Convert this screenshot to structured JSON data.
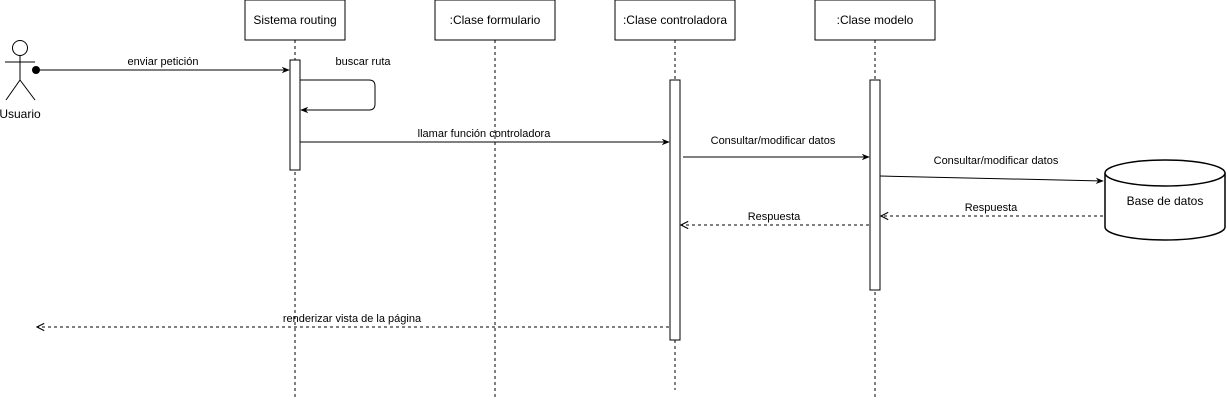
{
  "diagram": {
    "type": "sequence",
    "actor": {
      "label": "Usuario"
    },
    "participants": [
      {
        "id": "routing",
        "label": "Sistema routing"
      },
      {
        "id": "formulario",
        "label": ":Clase formulario"
      },
      {
        "id": "controladora",
        "label": ":Clase controladora"
      },
      {
        "id": "modelo",
        "label": ":Clase modelo"
      }
    ],
    "database": {
      "label": "Base de datos"
    },
    "messages": [
      {
        "id": "m1",
        "from": "Usuario",
        "to": "Sistema routing",
        "label": "enviar petición",
        "style": "solid"
      },
      {
        "id": "m2",
        "from": "Sistema routing",
        "to": "Sistema routing",
        "label": "buscar ruta",
        "style": "solid"
      },
      {
        "id": "m3",
        "from": "Sistema routing",
        "to": ":Clase controladora",
        "label": "llamar función controladora",
        "style": "solid"
      },
      {
        "id": "m4",
        "from": ":Clase controladora",
        "to": ":Clase modelo",
        "label": "Consultar/modificar datos",
        "style": "solid"
      },
      {
        "id": "m5",
        "from": ":Clase modelo",
        "to": "Base de datos",
        "label": "Consultar/modificar datos",
        "style": "solid"
      },
      {
        "id": "m6",
        "from": "Base de datos",
        "to": ":Clase modelo",
        "label": "Respuesta",
        "style": "dashed"
      },
      {
        "id": "m7",
        "from": ":Clase modelo",
        "to": ":Clase controladora",
        "label": "Respuesta",
        "style": "dashed"
      },
      {
        "id": "m8",
        "from": ":Clase controladora",
        "to": "Usuario",
        "label": "renderizar vista de la página",
        "style": "dashed"
      }
    ],
    "colors": {
      "stroke": "#000000",
      "fill": "#ffffff",
      "text": "#000000"
    }
  }
}
